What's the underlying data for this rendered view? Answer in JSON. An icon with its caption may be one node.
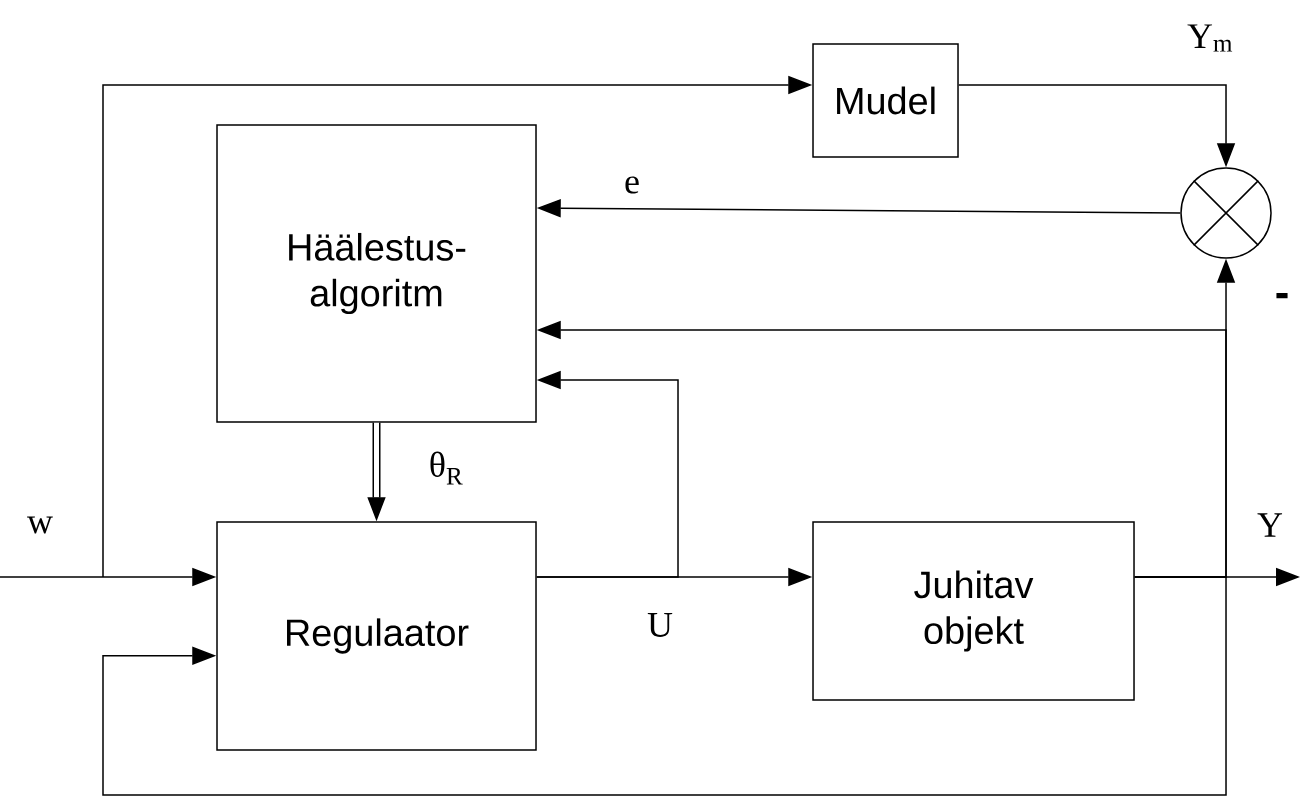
{
  "diagram": {
    "nodes": [
      {
        "text": [
          "Mudel"
        ]
      },
      {
        "text": [
          "Häälestus- algoritm"
        ]
      },
      {
        "text": [
          "Regulaator"
        ]
      },
      {
        "text": [
          "Juhitav objekt"
        ]
      },
      {
        "text": [],
        "shape": "circle"
      }
    ],
    "edges": [
      {
        "from": null,
        "to": 2,
        "arrow": "to",
        "label": "w"
      },
      {
        "from": null,
        "to": 0,
        "arrow": "to"
      },
      {
        "from": 0,
        "to": 4,
        "arrow": "to",
        "label": "Y$_{m}$"
      },
      {
        "from": 4,
        "to": 1,
        "arrow": "to",
        "label": "e"
      },
      {
        "from": 1,
        "to": 2,
        "arrow": "to",
        "style": "thick",
        "label": "θ$_{R}$"
      },
      {
        "from": 2,
        "to": 3,
        "arrow": "to",
        "label": "U"
      },
      {
        "from": 2,
        "to": 1,
        "arrow": "to"
      },
      {
        "from": 3,
        "to": null,
        "arrow": "to",
        "label": "Y"
      },
      {
        "from": 3,
        "to": 4,
        "arrow": "to"
      },
      {
        "from": 3,
        "to": 1,
        "arrow": "to"
      },
      {
        "from": 3,
        "to": 2,
        "arrow": "to"
      }
    ],
    "labels": [
      "-"
    ]
  }
}
